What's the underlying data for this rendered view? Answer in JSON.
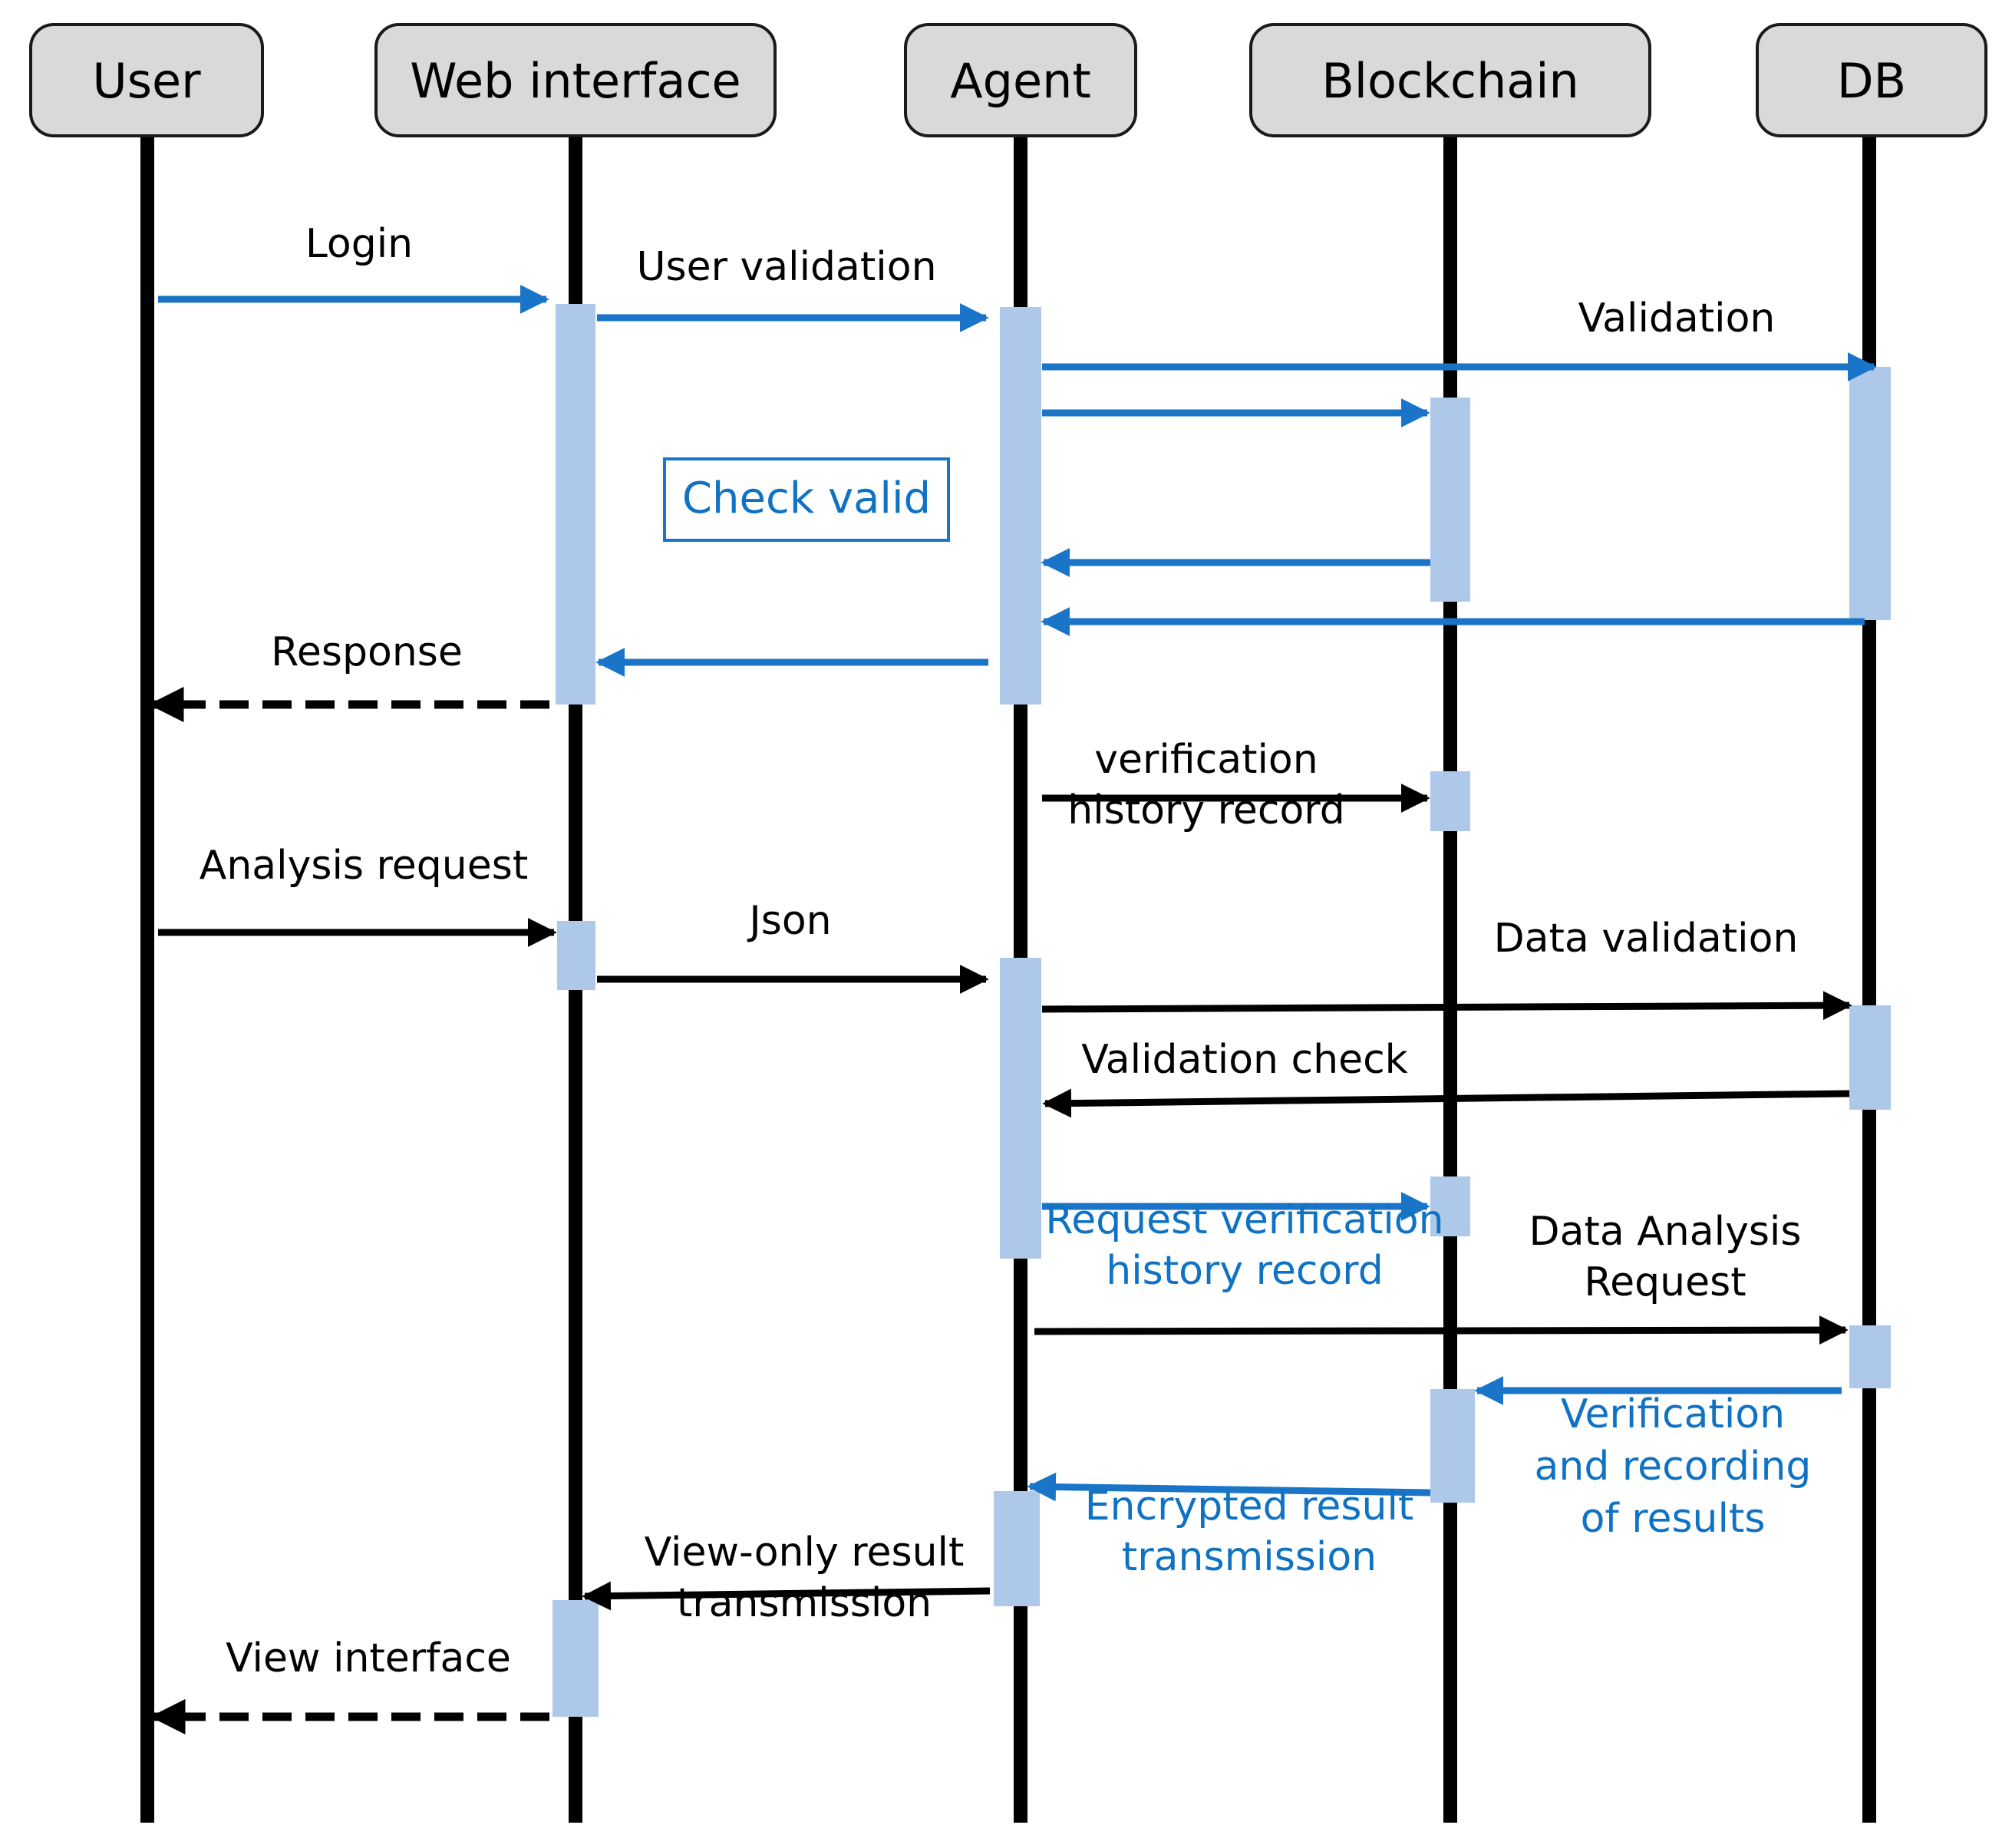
{
  "colors": {
    "blue_arrow": "#1a75c9",
    "black_arrow": "#000000",
    "blue_text": "#0f72c3",
    "activation_fill": "#adc8e8",
    "actor_fill": "#d9d9d9",
    "actor_stroke": "#1a1a1a",
    "lifeline": "#000000"
  },
  "actors": [
    {
      "id": "user",
      "label": "User"
    },
    {
      "id": "web",
      "label": "Web interface"
    },
    {
      "id": "agent",
      "label": "Agent"
    },
    {
      "id": "blockchain",
      "label": "Blockchain"
    },
    {
      "id": "db",
      "label": "DB"
    }
  ],
  "note": {
    "label": "Check valid"
  },
  "messages": {
    "login": "Login",
    "user_validation": "User validation",
    "validation": "Validation",
    "response": "Response",
    "verification_history_1": "verification",
    "verification_history_2": "history record",
    "analysis_request": "Analysis request",
    "json": "Json",
    "data_validation": "Data validation",
    "validation_check": "Validation check",
    "request_verification_1": "Request verification",
    "request_verification_2": "history record",
    "data_analysis_request_1": "Data Analysis",
    "data_analysis_request_2": "Request",
    "verification_recording_1": "Verification",
    "verification_recording_2": "and recording",
    "verification_recording_3": "of results",
    "encrypted_result_1": "Encrypted result",
    "encrypted_result_2": "transmission",
    "view_only_result_1": "View-only result",
    "view_only_result_2": "transmission",
    "view_interface": "View interface"
  }
}
